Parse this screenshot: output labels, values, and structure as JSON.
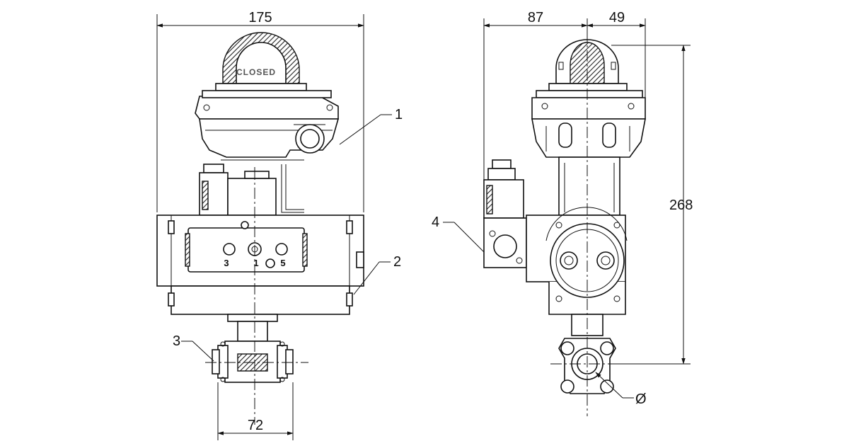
{
  "dimensions": {
    "overall_width": "175",
    "left_offset": "87",
    "right_offset": "49",
    "height": "268",
    "port_size": "72",
    "bore_symbol": "Ø"
  },
  "callouts": [
    "1",
    "2",
    "3",
    "4"
  ],
  "dome_label": "CLOSED",
  "ports": [
    "3",
    "1",
    "5"
  ]
}
